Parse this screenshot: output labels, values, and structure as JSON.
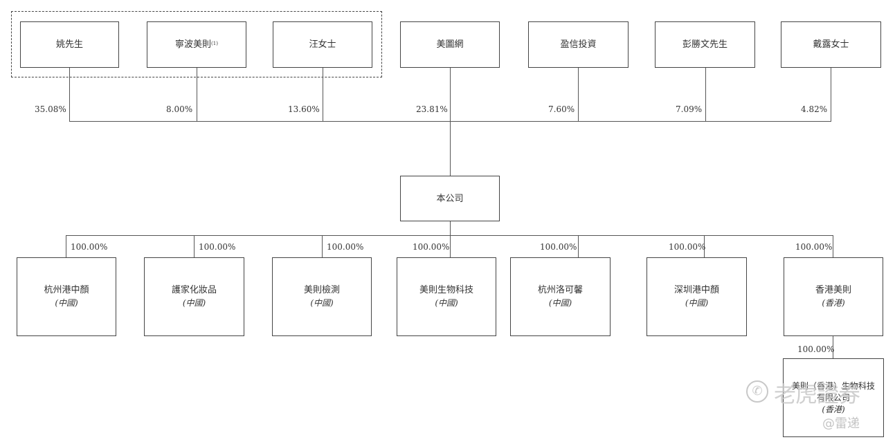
{
  "shareholders": [
    {
      "name": "姚先生",
      "pct": "35.08%"
    },
    {
      "name": "寧波美則",
      "note": "(1)",
      "pct": "8.00%"
    },
    {
      "name": "汪女士",
      "pct": "13.60%"
    },
    {
      "name": "美圖網",
      "pct": "23.81%"
    },
    {
      "name": "盈信投資",
      "pct": "7.60%"
    },
    {
      "name": "彭勝文先生",
      "pct": "7.09%"
    },
    {
      "name": "戴露女士",
      "pct": "4.82%"
    }
  ],
  "company": "本公司",
  "subsidiaries": [
    {
      "name": "杭州港中顏",
      "region": "(中國)",
      "pct": "100.00%"
    },
    {
      "name": "護家化妝品",
      "region": "(中國)",
      "pct": "100.00%"
    },
    {
      "name": "美則檢測",
      "region": "(中國)",
      "pct": "100.00%"
    },
    {
      "name": "美則生物科技",
      "region": "(中國)",
      "pct": "100.00%"
    },
    {
      "name": "杭州洛可馨",
      "region": "(中國)",
      "pct": "100.00%"
    },
    {
      "name": "深圳港中顏",
      "region": "(中國)",
      "pct": "100.00%"
    },
    {
      "name": "香港美則",
      "region": "(香港)",
      "pct": "100.00%"
    }
  ],
  "sub_subsidiary": {
    "name": "美則（香港）生物科技有限公司",
    "region": "(香港)",
    "pct": "100.00%"
  },
  "watermark": {
    "main": "老虎證券",
    "sub": "@雷递"
  }
}
